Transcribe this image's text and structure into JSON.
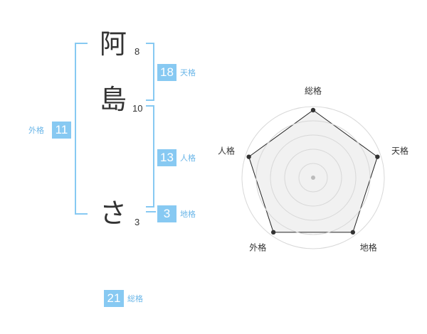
{
  "characters": [
    {
      "char": "阿",
      "strokes": "8"
    },
    {
      "char": "島",
      "strokes": "10"
    },
    {
      "char": "さ",
      "strokes": "3"
    }
  ],
  "badges": {
    "tenkaku": {
      "value": "18",
      "label": "天格"
    },
    "jinkaku": {
      "value": "13",
      "label": "人格"
    },
    "chikaku": {
      "value": "3",
      "label": "地格"
    },
    "gaikaku": {
      "value": "11",
      "label": "外格"
    },
    "soukaku": {
      "value": "21",
      "label": "総格"
    }
  },
  "radar": {
    "axes": [
      "総格",
      "天格",
      "地格",
      "外格",
      "人格"
    ],
    "values": [
      0.95,
      0.95,
      0.95,
      0.95,
      0.95
    ],
    "rings": 5,
    "colors": {
      "fill": "#efefef",
      "stroke": "#222222",
      "ring": "#d8d8d8",
      "dot": "#333333",
      "center": "#bbbbbb"
    }
  }
}
